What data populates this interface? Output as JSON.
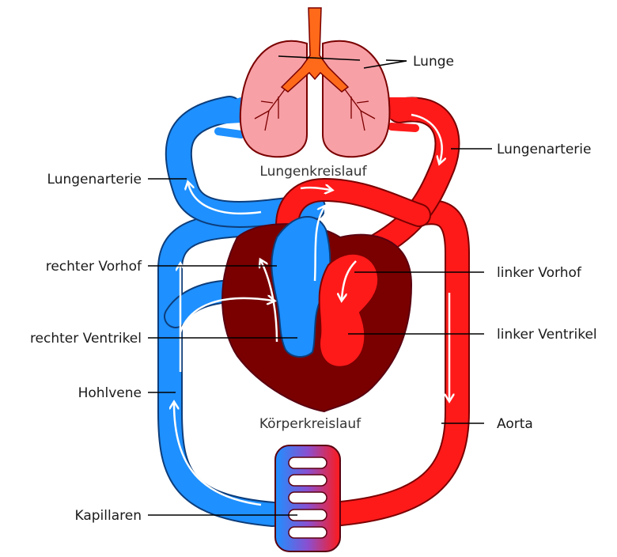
{
  "labels": {
    "lunge": "Lunge",
    "lungenarterie_right": "Lungenarterie",
    "lungenarterie_left": "Lungenarterie",
    "lungenkreislauf": "Lungenkreislauf",
    "rechter_vorhof": "rechter Vorhof",
    "linker_vorhof": "linker Vorhof",
    "rechter_ventrikel": "rechter Ventrikel",
    "linker_ventrikel": "linker Ventrikel",
    "hohlvene": "Hohlvene",
    "koerperkreislauf": "Körperkreislauf",
    "aorta": "Aorta",
    "kapillaren": "Kapillaren"
  },
  "colors": {
    "venous_blue": "#1e90ff",
    "arterial_red": "#ff1a1a",
    "heart_dark": "#7a0000",
    "lung_pink": "#f7a0a6",
    "trachea_orange": "#ff6a1a",
    "outline_dark": "#5a0010"
  }
}
